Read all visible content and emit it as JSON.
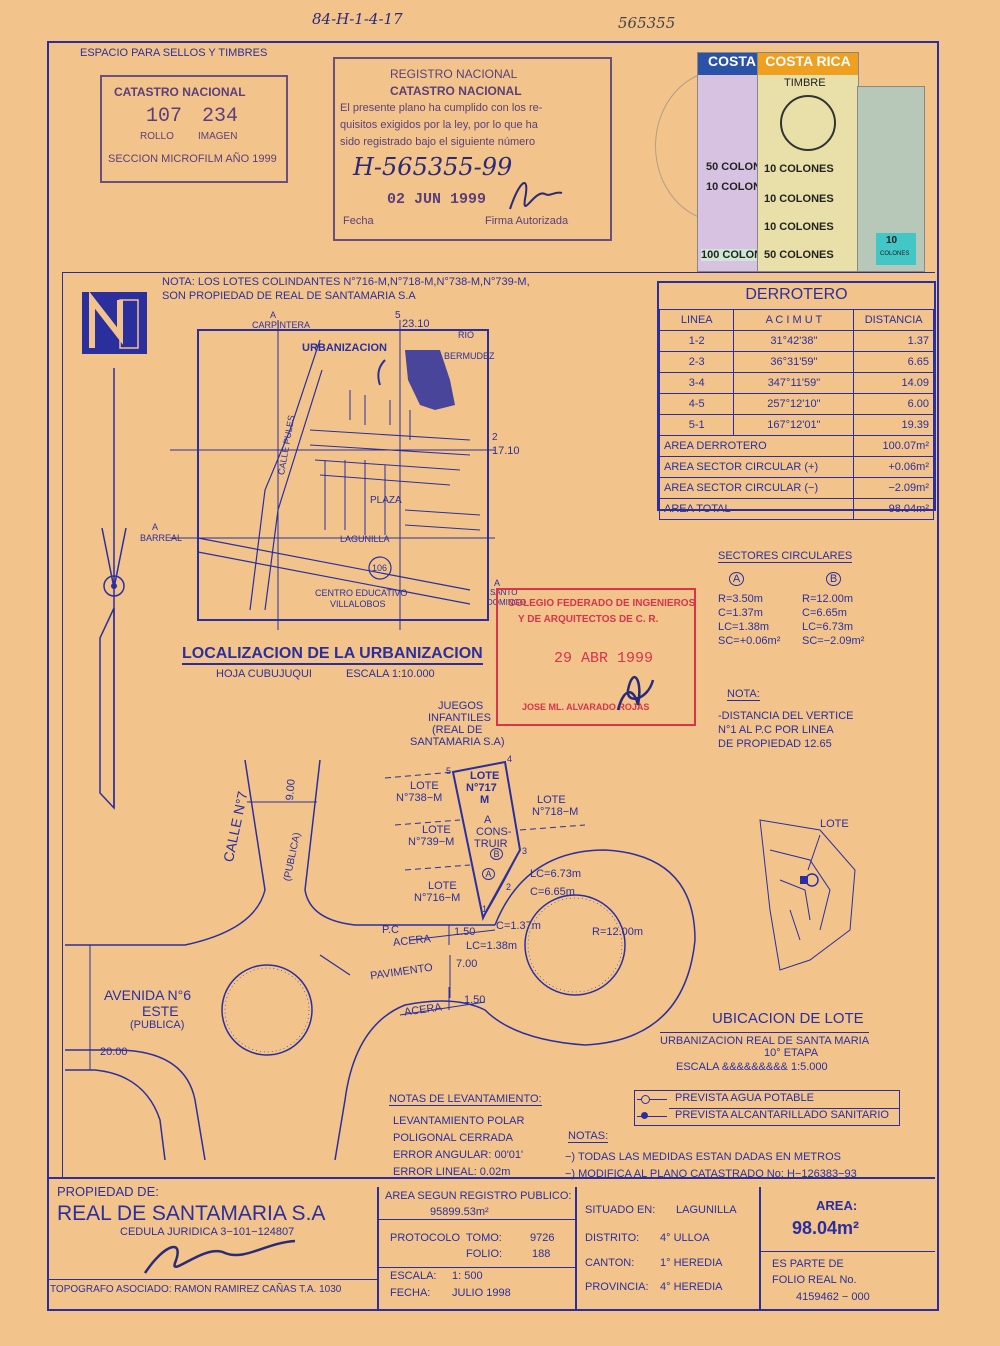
{
  "top": {
    "ref_handwritten": "84-H-1-4-17",
    "ref_number": "565355",
    "sellos_label": "ESPACIO PARA SELLOS Y TIMBRES"
  },
  "catastro": {
    "title": "CATASTRO NACIONAL",
    "rollo": "107",
    "imagen": "234",
    "rollo_label": "ROLLO",
    "imagen_label": "IMAGEN",
    "microfilm": "SECCION MICROFILM AÑO 1999"
  },
  "registro": {
    "title1": "REGISTRO NACIONAL",
    "title2": "CATASTRO NACIONAL",
    "text1": "El presente plano ha cumplido con los re-",
    "text2": "quisitos exigidos por la ley, por lo que ha",
    "text3": "sido registrado bajo el siguiente número",
    "number": "H-565355-99",
    "date": "02 JUN 1999",
    "fecha_label": "Fecha",
    "firma_label": "Firma Autorizada"
  },
  "timbres": {
    "brand": "COSTA RICA",
    "brand_short": "COSTA",
    "timbre": "TIMBRE",
    "v50": "50 COLONES",
    "v10": "10 COLONES",
    "v100": "100 COLONES",
    "v10b": "10",
    "colones": "COLONES"
  },
  "nota_top": {
    "line1": "NOTA: LOS LOTES COLINDANTES N°716-M,N°718-M,N°738-M,N°739-M,",
    "line2": "SON PROPIEDAD DE REAL DE SANTAMARIA S.A"
  },
  "localizacion": {
    "a_carpintera": "A",
    "carpintera": "CARPINTERA",
    "n5": "5",
    "v2310": "23.10",
    "rio1": "RIO",
    "rio2": "BERMUDEZ",
    "urbanizacion": "URBANIZACION",
    "calle_pules": "CALLE PULES",
    "n2": "2",
    "v1710": "17.10",
    "plaza": "PLAZA",
    "a_barreal": "A",
    "barreal": "BARREAL",
    "lagunilla": "LAGUNILLA",
    "r106": "106",
    "centro1": "CENTRO EDUCATIVO",
    "centro2": "VILLALOBOS",
    "a_santo": "A",
    "santo1": "SANTO",
    "santo2": "DOMINGO",
    "title": "LOCALIZACION DE LA URBANIZACION",
    "hoja": "HOJA CUBUJUQUI",
    "escala": "ESCALA 1:10.000"
  },
  "derrotero": {
    "title": "DERROTERO",
    "headers": [
      "LINEA",
      "A C I M U T",
      "DISTANCIA"
    ],
    "rows": [
      [
        "1-2",
        "31°42'38\"",
        "1.37"
      ],
      [
        "2-3",
        "36°31'59\"",
        "6.65"
      ],
      [
        "3-4",
        "347°11'59\"",
        "14.09"
      ],
      [
        "4-5",
        "257°12'10\"",
        "6.00"
      ],
      [
        "5-1",
        "167°12'01\"",
        "19.39"
      ]
    ],
    "areas": [
      [
        "AREA DERROTERO",
        "100.07m²"
      ],
      [
        "AREA SECTOR CIRCULAR (+)",
        "+0.06m²"
      ],
      [
        "AREA SECTOR CIRCULAR (−)",
        "−2.09m²"
      ],
      [
        "AREA TOTAL",
        "98.04m²"
      ]
    ]
  },
  "sectores": {
    "title": "SECTORES CIRCULARES",
    "a_label": "A",
    "b_label": "B",
    "a": [
      "R=3.50m",
      "C=1.37m",
      "LC=1.38m",
      "SC=+0.06m²"
    ],
    "b": [
      "R=12.00m",
      "C=6.65m",
      "LC=6.73m",
      "SC=−2.09m²"
    ]
  },
  "colegio": {
    "line1": "COLEGIO FEDERADO DE INGENIEROS",
    "line2": "Y DE ARQUITECTOS DE C. R.",
    "date": "29 ABR 1999",
    "name": "JOSE ML. ALVARADO ROJAS"
  },
  "nota_right": {
    "title": "NOTA:",
    "line1": "-DISTANCIA DEL VERTICE",
    "line2": "N°1 AL P.C POR LINEA",
    "line3": "DE PROPIEDAD 12.65"
  },
  "plano": {
    "juegos1": "JUEGOS",
    "juegos2": "INFANTILES",
    "juegos3": "(REAL DE",
    "juegos4": "SANTAMARIA S.A)",
    "lote717a": "LOTE",
    "lote717b": "N°717",
    "lote717c": "M",
    "construir1": "A",
    "construir2": "CONS-",
    "construir3": "TRUIR",
    "lote738a": "LOTE",
    "lote738b": "N°738−M",
    "lote739a": "LOTE",
    "lote739b": "N°739−M",
    "lote718a": "LOTE",
    "lote718b": "N°718−M",
    "lote716a": "LOTE",
    "lote716b": "N°716−M",
    "calle": "CALLE N°7",
    "calle_pub": "(PUBLICA)",
    "d900": "9.00",
    "pc": "P.C",
    "acera": "ACERA",
    "d150": "1.50",
    "d150b": "1.50",
    "c137": "C=1.37m",
    "lc138": "LC=1.38m",
    "lc673": "LC=6.73m",
    "c665": "C=6.65m",
    "r1200": "R=12.00m",
    "pavimento": "PAVIMENTO",
    "d700": "7.00",
    "acera2": "ACERA",
    "avenida1": "AVENIDA N°6",
    "avenida2": "ESTE",
    "avenida3": "(PUBLICA)",
    "d2000": "20.00",
    "v1": "1",
    "v2": "2",
    "v3": "3",
    "v4": "4",
    "v5": "5",
    "ca": "A",
    "cb": "B"
  },
  "ubicacion": {
    "lote": "LOTE",
    "title": "UBICACION DE LOTE",
    "line1": "URBANIZACION REAL DE SANTA MARIA",
    "line2": "10° ETAPA",
    "line3": "ESCALA &&&&&&&&& 1:5.000"
  },
  "levantamiento": {
    "title": "NOTAS DE LEVANTAMIENTO:",
    "l1": "LEVANTAMIENTO POLAR",
    "l2": "POLIGONAL CERRADA",
    "l3": "ERROR ANGULAR: 00'01'",
    "l4": "ERROR LINEAL: 0.02m"
  },
  "leyenda": {
    "agua": "PREVISTA AGUA POTABLE",
    "alc": "PREVISTA ALCANTARILLADO SANITARIO"
  },
  "notas": {
    "title": "NOTAS:",
    "n1": "−) TODAS LAS MEDIDAS ESTAN DADAS EN METROS",
    "n2": "−) MODIFICA AL PLANO CATASTRADO No: H−126383−93"
  },
  "footer": {
    "propiedad_label": "PROPIEDAD DE:",
    "owner": "REAL DE SANTAMARIA S.A",
    "cedula": "CEDULA JURIDICA   3−101−124807",
    "topografo": "TOPOGRAFO ASOCIADO: RAMON RAMIREZ CAÑAS T.A. 1030",
    "area_reg_label": "AREA SEGUN REGISTRO PUBLICO:",
    "area_reg": "95899.53m²",
    "protocolo": "PROTOCOLO",
    "tomo": "TOMO:",
    "tomo_v": "9726",
    "folio": "FOLIO:",
    "folio_v": "188",
    "escala": "ESCALA:",
    "escala_v": "1: 500",
    "fecha": "FECHA:",
    "fecha_v": "JULIO 1998",
    "situado": "SITUADO EN:",
    "situado_v": "LAGUNILLA",
    "distrito": "DISTRITO:",
    "distrito_v": "4° ULLOA",
    "canton": "CANTON:",
    "canton_v": "1° HEREDIA",
    "provincia": "PROVINCIA:",
    "provincia_v": "4° HEREDIA",
    "area_label": "AREA:",
    "area": "98.04m²",
    "parte1": "ES PARTE DE",
    "parte2": "FOLIO REAL No.",
    "parte3": "4159462 − 000"
  }
}
